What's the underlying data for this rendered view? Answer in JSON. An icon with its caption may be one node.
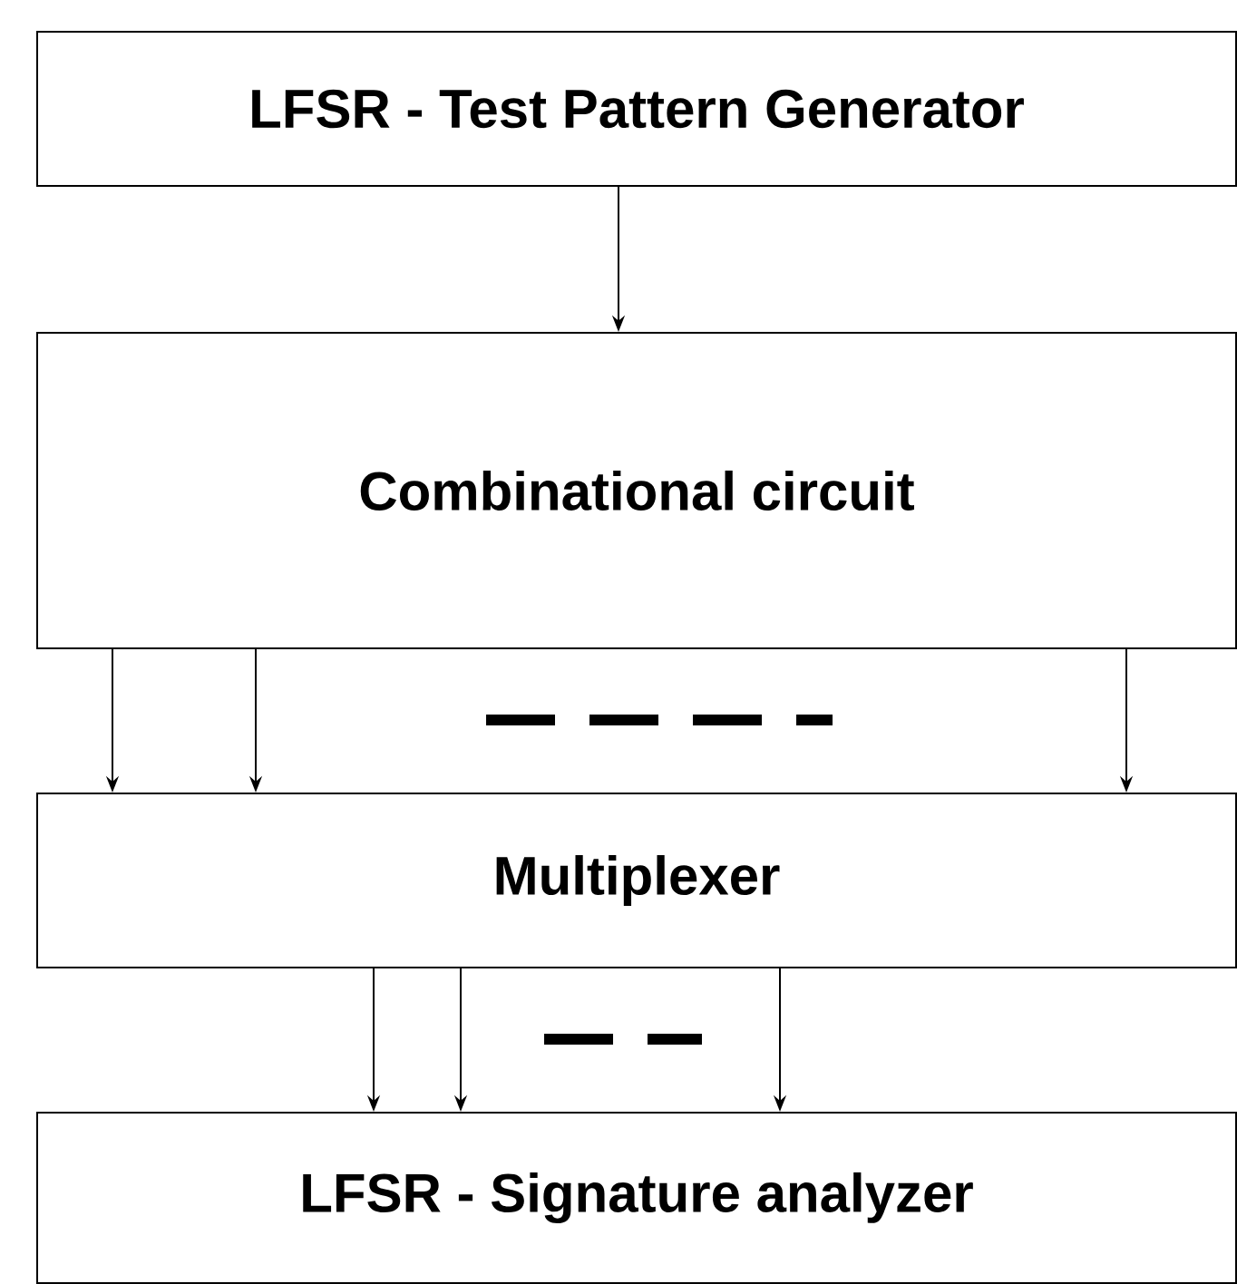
{
  "diagram": {
    "nodes": [
      {
        "text": [
          "LFSR - Test Pattern Generator"
        ]
      },
      {
        "text": [
          "Combinational circuit"
        ]
      },
      {
        "text": [
          "Multiplexer"
        ]
      },
      {
        "text": [
          "LFSR - Signature analyzer"
        ]
      }
    ],
    "edges": [
      {
        "from": 0,
        "to": 1,
        "arrow": "to"
      },
      {
        "from": 1,
        "to": 2,
        "arrow": "to"
      },
      {
        "from": 1,
        "to": 2,
        "arrow": "to"
      },
      {
        "from": 1,
        "to": 2,
        "arrow": "to"
      },
      {
        "from": 2,
        "to": 3,
        "arrow": "to"
      },
      {
        "from": 2,
        "to": 3,
        "arrow": "to"
      },
      {
        "from": 2,
        "to": 3,
        "arrow": "to"
      }
    ]
  }
}
